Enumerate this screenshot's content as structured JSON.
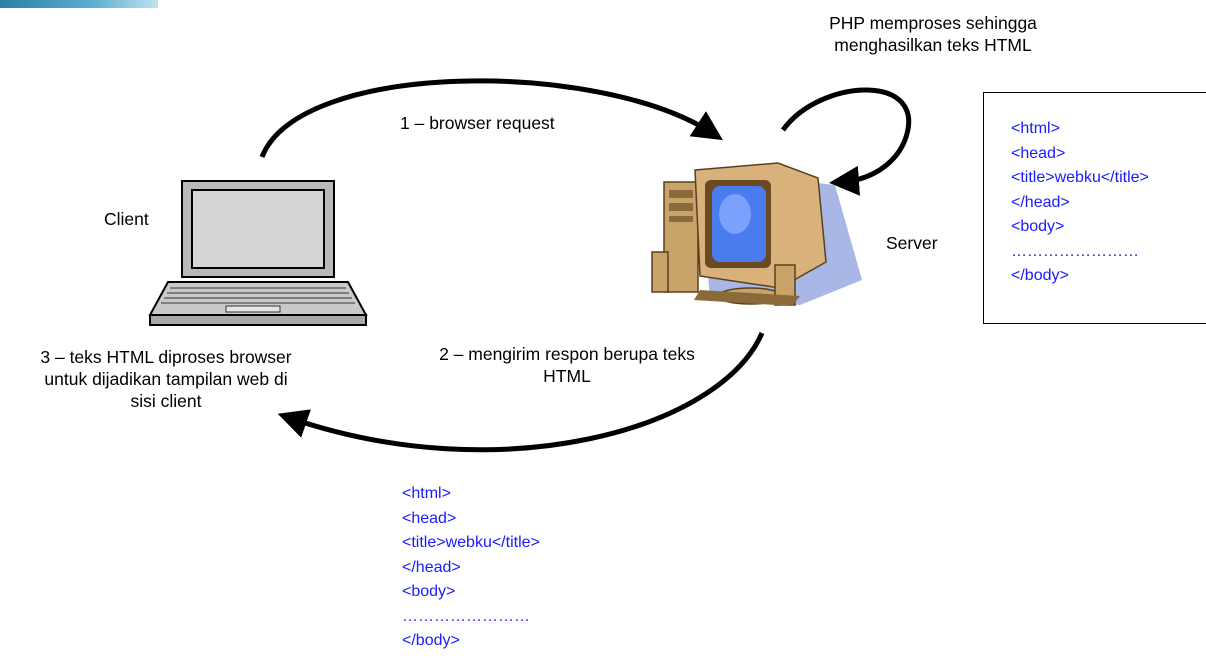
{
  "labels": {
    "php_process": [
      "PHP memproses sehingga",
      "menghasilkan teks HTML"
    ],
    "browser_request": "1 – browser request",
    "client": "Client",
    "server": "Server",
    "response": [
      "2 – mengirim respon berupa teks",
      "HTML"
    ],
    "browser_render": [
      "3 – teks HTML diproses browser",
      "untuk dijadikan tampilan web di",
      "sisi client"
    ]
  },
  "server_code": [
    "<html>",
    "<head>",
    "<title>webku</title>",
    "</head>",
    "<body>",
    "……………………",
    "</body>"
  ],
  "response_code": [
    "<html>",
    "<head>",
    "<title>webku</title>",
    "</head>",
    "<body>",
    "……………………",
    "</body>"
  ],
  "colors": {
    "code_text": "#1a1aff",
    "arrow": "#000000",
    "monitor_screen": "#4a7cf0",
    "server_shadow": "#a9b7e6"
  },
  "icons": {
    "client": "laptop-icon",
    "server": "desktop-computer-icon"
  }
}
